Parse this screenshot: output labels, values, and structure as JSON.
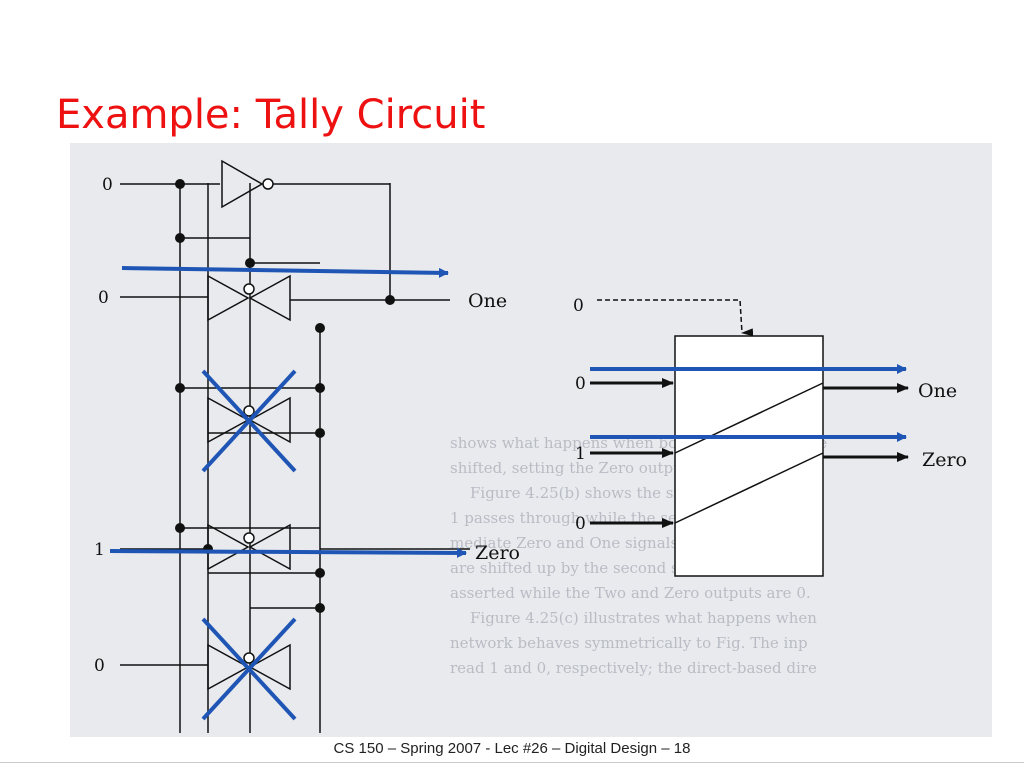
{
  "slide": {
    "title": "Example: Tally Circuit",
    "footer": "CS 150 – Spring 2007 - Lec #26 – Digital Design  – 18"
  },
  "circuit_left": {
    "inputs": [
      "0",
      "0",
      "1",
      "0"
    ],
    "outputs": [
      "One",
      "Zero"
    ]
  },
  "circuit_right": {
    "control": "0",
    "inputs": [
      "0",
      "1",
      "0"
    ],
    "outputs": [
      "One",
      "Zero"
    ]
  },
  "colors": {
    "highlight": "#1f55b4",
    "title": "#ee1111",
    "wire": "#111111"
  }
}
